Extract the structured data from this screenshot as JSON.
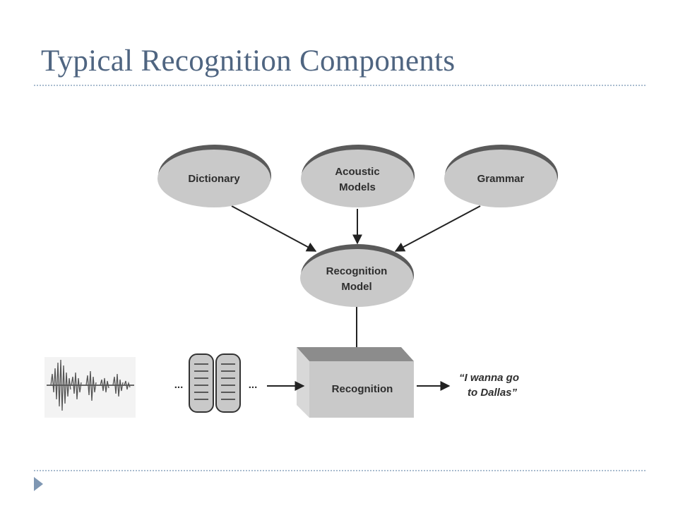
{
  "slide": {
    "title": "Typical Recognition Components"
  },
  "diagram": {
    "nodes": {
      "dictionary": [
        "Dictionary"
      ],
      "acoustic_models": [
        "Acoustic",
        "Models"
      ],
      "grammar": [
        "Grammar"
      ],
      "recognition_model": [
        "Recognition",
        "Model"
      ],
      "recognition": [
        "Recognition"
      ]
    },
    "feature_ellipsis_left": "...",
    "feature_ellipsis_right": "...",
    "output_quote": [
      "“I wanna go",
      "to Dallas”"
    ]
  },
  "colors": {
    "title": "#4f6581",
    "rule": "#a9bccf",
    "bullet": "#7f97b3",
    "node_fill": "#c9c9c9",
    "node_shadow": "#5a5a5a",
    "arrow": "#222222"
  }
}
